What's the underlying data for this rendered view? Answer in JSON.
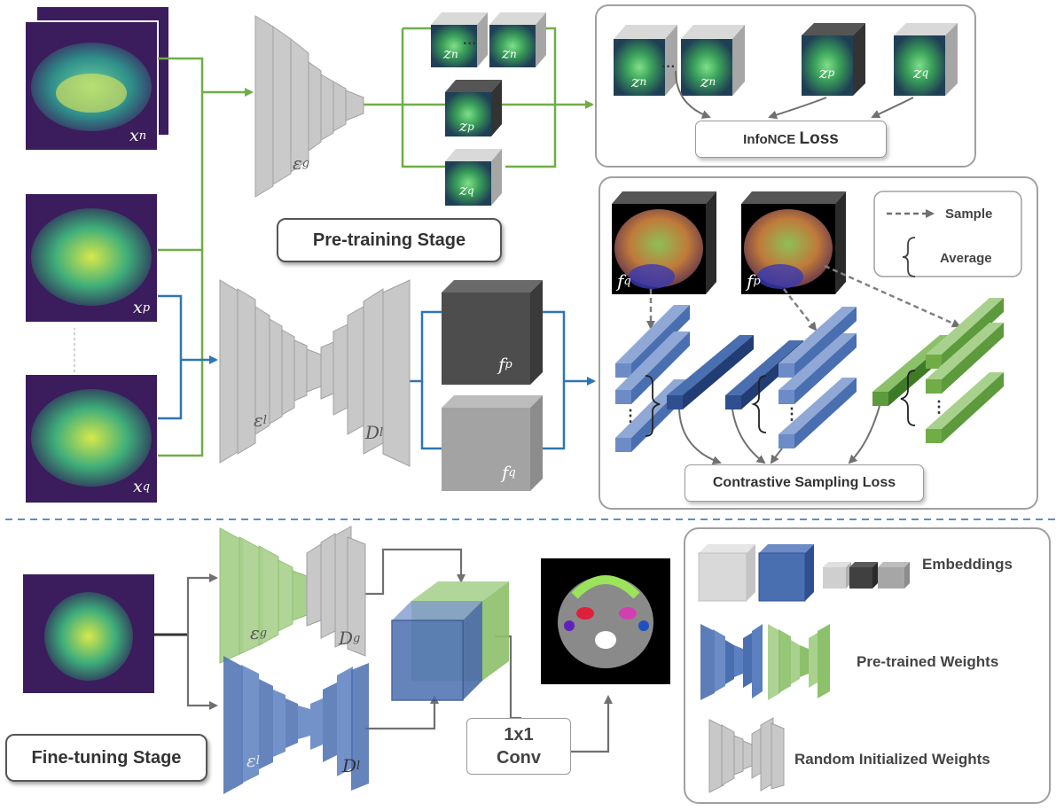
{
  "stages": {
    "pretraining": "Pre-training Stage",
    "finetuning": "Fine-tuning Stage"
  },
  "losses": {
    "infonce_prefix": "InfoNCE ",
    "infonce_suffix": "Loss",
    "contrastive": "Contrastive Sampling Loss"
  },
  "symbols": {
    "x_n": "x",
    "x_n_sub": "n",
    "x_p": "x",
    "x_p_sub": "p",
    "x_q": "x",
    "x_q_sub": "q",
    "z": "z",
    "sub_n": "n",
    "sub_p": "p",
    "sub_q": "q",
    "f": "f",
    "enc_g": "ε",
    "enc_l": "ε",
    "dec": "D",
    "sub_g": "g",
    "sub_l": "l",
    "ellipsis_h": "···",
    "ellipsis_v": "⋮"
  },
  "conv": {
    "line1": "1x1",
    "line2": "Conv"
  },
  "sampling_legend": {
    "sample": "Sample",
    "average": "Average"
  },
  "weights_legend": {
    "embeddings": "Embeddings",
    "pretrained": "Pre-trained Weights",
    "random": "Random Initialized Weights"
  },
  "colors": {
    "green_line": "#70ad47",
    "blue_line": "#2e75b6",
    "gray_encoder": "#a6a6a6",
    "blue_bar": "#4a6fb0",
    "dark_blue_bar": "#2f4f8f",
    "green_bar": "#5c9a3c",
    "dashed_sep": "#5b8fc9"
  }
}
